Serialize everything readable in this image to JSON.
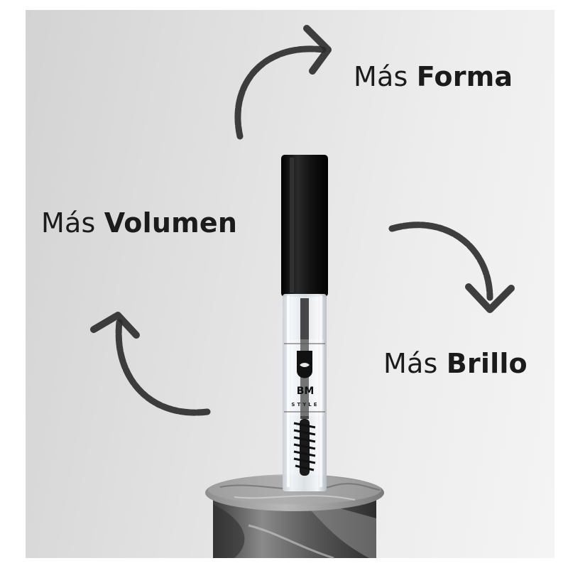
{
  "claims": {
    "forma": {
      "prefix": "Más",
      "word": "Forma"
    },
    "volumen": {
      "prefix": "Más",
      "word": "Volumen"
    },
    "brillo": {
      "prefix": "Más",
      "word": "Brillo"
    }
  },
  "product": {
    "logo_initials": "BM",
    "logo_sub": "STYLE"
  },
  "colors": {
    "text": "#1b1b1b",
    "arrow": "#2a2a2a",
    "cap": "#0d0d0d",
    "stone": "#6f6f6f"
  },
  "icons": [
    "curved-arrow-icon",
    "beard-logo-icon",
    "mascara-brush-icon"
  ]
}
